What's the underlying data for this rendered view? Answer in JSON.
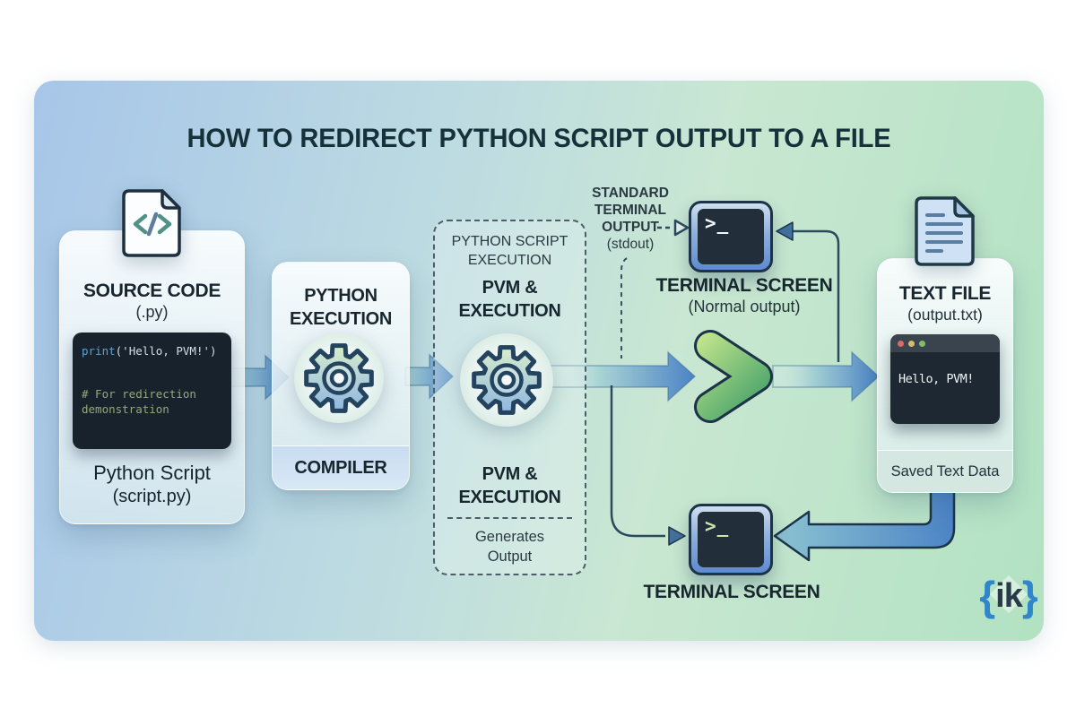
{
  "title": "HOW TO REDIRECT PYTHON SCRIPT OUTPUT TO A FILE",
  "source": {
    "heading": "SOURCE CODE",
    "extension": "(.py)",
    "code_keyword": "print",
    "code_args": "('Hello, PVM!')",
    "code_comment_1": "# For redirection",
    "code_comment_2": "demonstration",
    "caption_1": "Python Script",
    "caption_2": "(script.py)"
  },
  "compiler": {
    "heading_1": "PYTHON",
    "heading_2": "EXECUTION",
    "footer": "COMPILER"
  },
  "pvm": {
    "header_1": "PYTHON SCRIPT",
    "header_2": "EXECUTION",
    "label_top_1": "PVM &",
    "label_top_2": "EXECUTION",
    "label_bottom_1": "PVM &",
    "label_bottom_2": "EXECUTION",
    "footer_1": "Generates",
    "footer_2": "Output"
  },
  "stdout_note": {
    "line_1": "STANDARD",
    "line_2": "TERMINAL",
    "line_3": "OUTPUT",
    "line_4": "(stdout)"
  },
  "terminal_top": {
    "title": "TERMINAL SCREEN",
    "subtitle": "(Normal output)",
    "prompt": ">_"
  },
  "terminal_bottom": {
    "title": "TERMINAL SCREEN",
    "prompt": ">_"
  },
  "textfile": {
    "heading": "TEXT FILE",
    "filename": "(output.txt)",
    "content": "Hello, PVM!",
    "footer": "Saved Text Data"
  },
  "logo": {
    "brace_open": "{",
    "text": "ik",
    "brace_close": "}"
  },
  "colors": {
    "arrow_blue": "#4f86c6",
    "arrow_teal": "#9fd0d2",
    "chevron_green": "#3f9e68",
    "outline_dark": "#1d3348",
    "terminal_screen": "#222e3a",
    "keyword_blue": "#5ba3cf",
    "comment_green": "#95a97a"
  }
}
